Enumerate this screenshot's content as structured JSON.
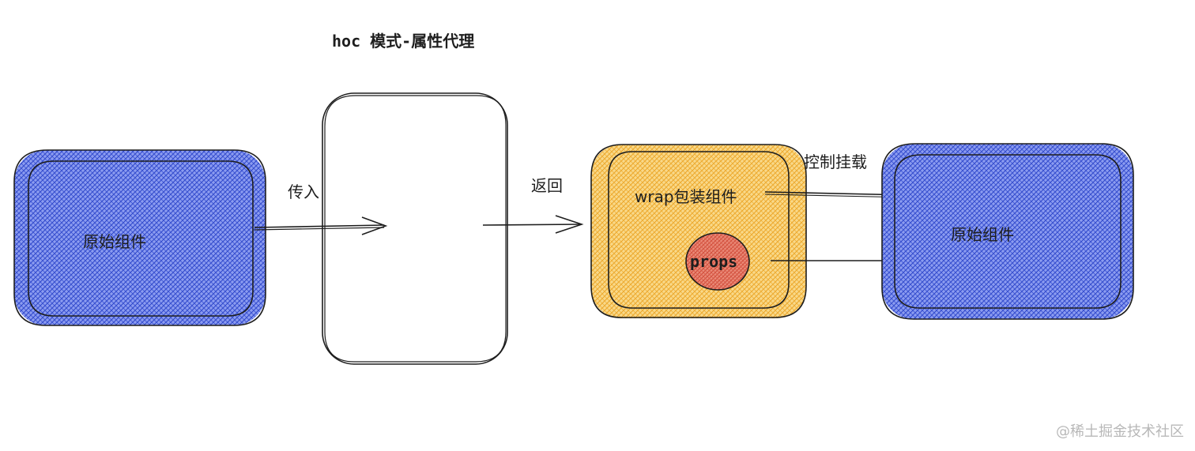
{
  "diagram": {
    "title": "hoc 模式-属性代理",
    "labels": {
      "pass_in": "传入",
      "return": "返回",
      "control_mount": "控制挂载"
    },
    "nodes": {
      "original_left": {
        "label": "原始组件"
      },
      "hoc_box": {
        "label": ""
      },
      "wrap_component": {
        "label": "wrap包装组件"
      },
      "props": {
        "label": "props"
      },
      "original_right": {
        "label": "原始组件"
      }
    },
    "edges": [
      {
        "from": "original_left",
        "to": "hoc_box",
        "label": "传入"
      },
      {
        "from": "hoc_box",
        "to": "wrap_component",
        "label": "返回"
      },
      {
        "from": "wrap_component",
        "to": "original_right",
        "label": "控制挂载"
      },
      {
        "from": "props",
        "to": "original_right",
        "label": ""
      }
    ],
    "colors": {
      "blue_fill": "#4a63e0",
      "yellow_fill": "#f5b840",
      "red_fill": "#e06a5a",
      "stroke": "#1e1e1e"
    }
  },
  "watermark": "@稀土掘金技术社区"
}
